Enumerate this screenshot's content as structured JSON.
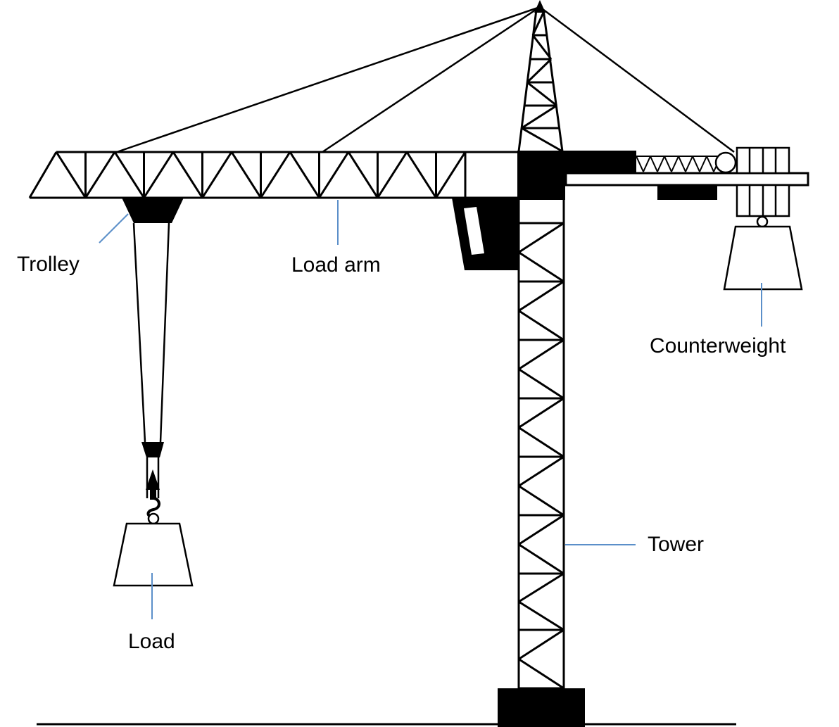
{
  "labels": {
    "trolley": "Trolley",
    "load_arm": "Load arm",
    "counterweight": "Counterweight",
    "tower": "Tower",
    "load": "Load"
  },
  "colors": {
    "structure": "#000000",
    "leader_line": "#5b8fc9",
    "background": "#ffffff"
  }
}
